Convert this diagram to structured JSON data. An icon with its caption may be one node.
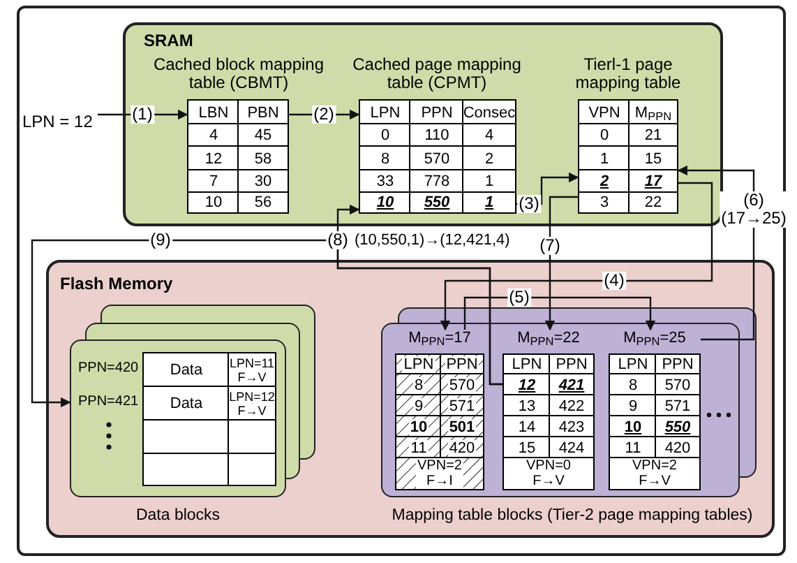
{
  "diagram": {
    "nodes": [
      {
        "text": [
          "SRAM"
        ]
      },
      {
        "text": [
          "LPN = 12"
        ]
      },
      {
        "text": [
          "Cached block mapping table (CBMT)"
        ],
        "in": 0
      },
      {
        "text": [
          "Cached page mapping table (CPMT)"
        ],
        "in": 0
      },
      {
        "text": [
          "Tierl-1 page mapping table"
        ],
        "in": 0
      },
      {
        "text": [
          "Flash Memory"
        ]
      },
      {
        "text": [
          "PPN=420",
          "PPN=421"
        ],
        "in": 5,
        "beside": [
          "Data blocks"
        ]
      },
      {
        "text": [],
        "shape": "box",
        "in": 5,
        "beside": [
          "Mapping table blocks (Tier-2 page mapping tables)"
        ]
      },
      {
        "text": [
          "M$_{PPN}$=17"
        ],
        "in": 7
      },
      {
        "text": [
          "M$_{PPN}$=22"
        ],
        "in": 7
      },
      {
        "text": [
          "M$_{PPN}$=25"
        ],
        "in": 7
      }
    ],
    "edges": [
      {
        "from": 1,
        "to": 2,
        "arrow": "to",
        "label": "(1)"
      },
      {
        "from": 2,
        "to": 3,
        "arrow": "to",
        "label": "(2)"
      },
      {
        "from": 3,
        "to": 4,
        "arrow": "to",
        "label": "(3)"
      },
      {
        "from": 4,
        "to": 8,
        "arrow": "to",
        "label": "(4)"
      },
      {
        "from": 8,
        "to": 10,
        "arrow": "to",
        "label": "(5)"
      },
      {
        "from": 10,
        "to": 4,
        "arrow": "to",
        "label": "(6) (17→25)"
      },
      {
        "from": 4,
        "to": 9,
        "arrow": "to",
        "label": "(7)"
      },
      {
        "from": 9,
        "to": 3,
        "arrow": "to",
        "label": "(8)"
      },
      {
        "from": 9,
        "to": 6,
        "arrow": "to",
        "label": "(9)"
      }
    ],
    "labels": [
      "LBN",
      "PBN",
      "4",
      "45",
      "12",
      "58",
      "7",
      "30",
      "10",
      "56",
      "LPN",
      "PPN",
      "Consec",
      "0",
      "110",
      "4",
      "8",
      "570",
      "2",
      "33",
      "778",
      "1",
      "10",
      "550",
      "1",
      "VPN",
      "M$_{PPN}$",
      "0",
      "21",
      "1",
      "15",
      "2",
      "17",
      "3",
      "22",
      "(10,550,1)→(12,421,4)",
      "Data",
      "LPN=11 F→V",
      "Data",
      "LPN=12 F→V",
      "LPN",
      "PPN",
      "8",
      "570",
      "9",
      "571",
      "10",
      "501",
      "11",
      "420",
      "VPN=2 F→I",
      "LPN",
      "PPN",
      "12",
      "421",
      "13",
      "422",
      "14",
      "423",
      "15",
      "424",
      "VPN=0 F→V",
      "LPN",
      "PPN",
      "8",
      "570",
      "9",
      "571",
      "10",
      "550",
      "11",
      "420",
      "VPN=2 F→V"
    ]
  }
}
